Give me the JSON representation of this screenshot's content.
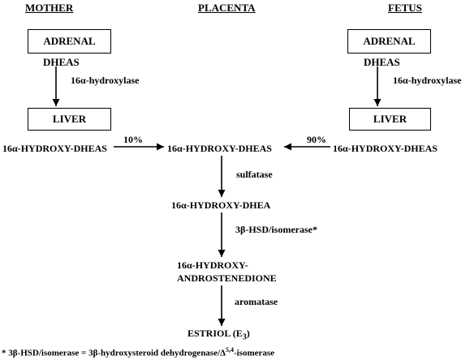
{
  "headers": {
    "mother": "MOTHER",
    "placenta": "PLACENTA",
    "fetus": "FETUS"
  },
  "mother": {
    "adrenal": "ADRENAL",
    "dheas": "DHEAS",
    "enzyme": "16α-hydroxylase",
    "liver": "LIVER",
    "product": "16α-HYDROXY-DHEAS",
    "contribution": "10%"
  },
  "fetus": {
    "adrenal": "ADRENAL",
    "dheas": "DHEAS",
    "enzyme": "16α-hydroxylase",
    "liver": "LIVER",
    "product": "16α-HYDROXY-DHEAS",
    "contribution": "90%"
  },
  "placenta": {
    "step1": "16α-HYDROXY-DHEAS",
    "enzyme1": "sulfatase",
    "step2": "16α-HYDROXY-DHEA",
    "enzyme2": "3β-HSD/isomerase*",
    "step3_line1": "16α-HYDROXY-",
    "step3_line2": "ANDROSTENEDIONE",
    "enzyme3": "aromatase",
    "final_main": "ESTRIOL (E",
    "final_sub": "3",
    "final_close": ")"
  },
  "footnote": {
    "main": "* 3β-HSD/isomerase = 3β-hydroxysteroid dehydrogenase/Δ",
    "sup": "5,4",
    "end": "-isomerase"
  }
}
